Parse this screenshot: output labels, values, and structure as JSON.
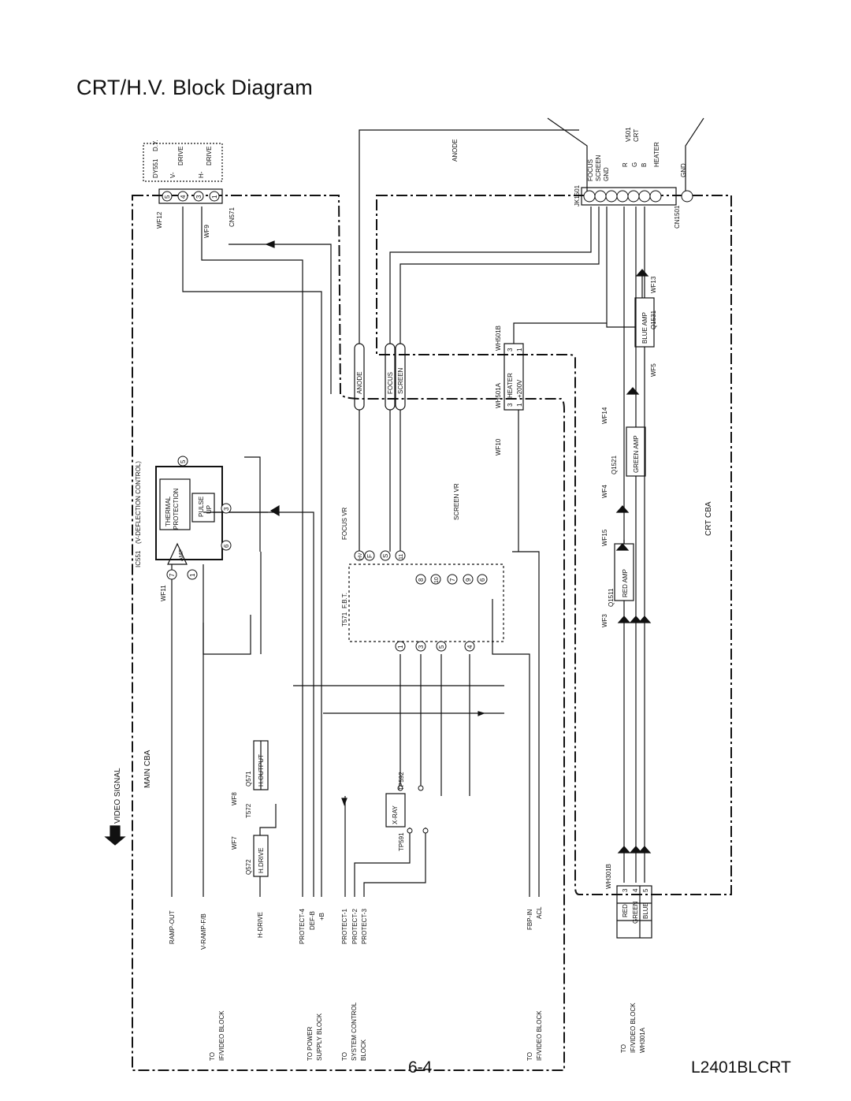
{
  "title": "CRT/H.V. Block Diagram",
  "footer": {
    "page": "6-4",
    "model": "L2401BLCRT"
  },
  "sections": {
    "main_cba": "MAIN CBA",
    "crt_cba": "CRT CBA"
  },
  "video_signal": "VIDEO SIGNAL",
  "ic551": {
    "ref": "IC551",
    "desc": "(V-DEFLECTION CONTROL)",
    "thermal": "THERMAL",
    "protection": "PROTECTION",
    "pulse": "PULSE",
    "up": "UP",
    "amp": "AMP",
    "pins": [
      "7",
      "1",
      "5",
      "3",
      "6"
    ]
  },
  "dy551": {
    "ref": "DY551",
    "name": "D.Y.",
    "v": "V-",
    "h": "H-",
    "drive": "DRIVE",
    "pins": [
      "5",
      "4",
      "3",
      "1"
    ],
    "cn": "CN571"
  },
  "wf": [
    "WF12",
    "WF9",
    "WF11",
    "WF8",
    "WF7",
    "WF10",
    "WF3",
    "WF15",
    "WF4",
    "WF14",
    "WF5",
    "WF13"
  ],
  "fbt": {
    "ref": "T571",
    "name": "F.B.T.",
    "focus_vr": "FOCUS VR",
    "screen_vr": "SCREEN VR",
    "hv": "HV",
    "f": "F",
    "s": "S",
    "pins_top": [
      "11",
      "8",
      "10",
      "7",
      "9",
      "6"
    ],
    "pins_bot": [
      "1",
      "3",
      "5",
      "4"
    ]
  },
  "hv_cables": [
    "ANODE",
    "FOCUS",
    "SCREEN"
  ],
  "anode": "ANODE",
  "wh501": {
    "a": "WH501A",
    "b": "WH501B",
    "heater": "HEATER",
    "plus200": "+200V",
    "pins_a": [
      "3",
      "1"
    ],
    "pins_b": [
      "3",
      "1"
    ]
  },
  "crt": {
    "ref": "V501",
    "name": "CRT",
    "jk": "JK1501",
    "cn": "CN1501",
    "labels": [
      "FOCUS",
      "SCREEN",
      "GND",
      "R",
      "G",
      "B",
      "HEATER",
      "GND"
    ]
  },
  "amps": [
    {
      "ref": "Q1511",
      "name": "RED AMP"
    },
    {
      "ref": "Q1521",
      "name": "GREEN AMP"
    },
    {
      "ref": "Q1531",
      "name": "BLUE AMP"
    }
  ],
  "q571": {
    "ref": "Q571",
    "name": "H.OUTPUT"
  },
  "q572": {
    "ref": "Q572",
    "name": "H.DRIVE"
  },
  "t572": "T572",
  "xray": {
    "name": "X-RAY",
    "tp1": "TP591",
    "tp2": "TP592"
  },
  "left_signals": [
    "RAMP-OUT",
    "V-RAMP-F/B",
    "H-DRIVE",
    "PROTECT-4",
    "DEF-B",
    "+B",
    "PROTECT-1",
    "PROTECT-2",
    "PROTECT-3",
    "FBP-IN",
    "ACL"
  ],
  "left_blocks": [
    {
      "to": "TO",
      "block": "IF/VIDEO BLOCK"
    },
    {
      "to": "TO POWER",
      "block": "SUPPLY BLOCK"
    },
    {
      "to": "TO",
      "block": "SYSTEM CONTROL",
      "block2": "BLOCK"
    },
    {
      "to": "TO",
      "block": "IF/VIDEO BLOCK"
    }
  ],
  "wh301": {
    "b": "WH301B",
    "a": "WH301A",
    "rows": [
      {
        "name": "RED",
        "pin": "3"
      },
      {
        "name": "GREEN",
        "pin": "4"
      },
      {
        "name": "BLUE",
        "pin": "5"
      }
    ],
    "to": "TO",
    "block": "IF/VIDEO BLOCK"
  }
}
